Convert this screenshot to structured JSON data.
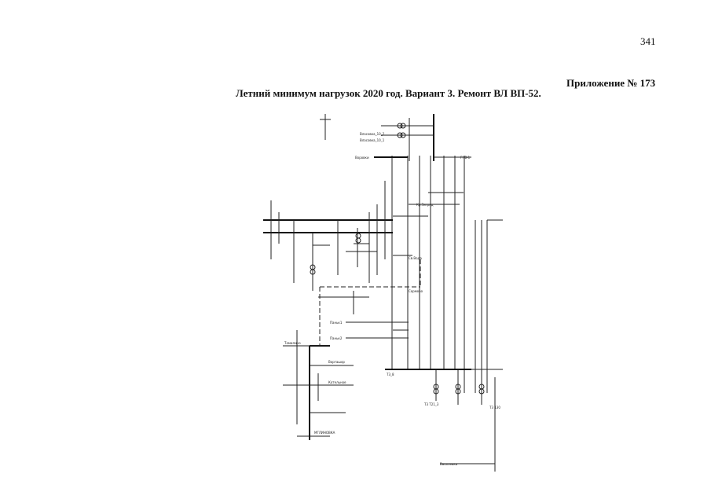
{
  "page": {
    "number": "341",
    "appendix": "Приложение № 173",
    "title": "Летний минимум нагрузок 2020 год. Вариант 3. Ремонт ВЛ ВП-52."
  },
  "scheme": {
    "labels": {
      "vlasovka_10_2": "Власовка_10_2",
      "vlasovka_10_1": "Власовка_10_1",
      "vasyavka": "Воровки",
      "ghb": "ГНВ-1",
      "pansk1": "Паньк1",
      "pansk2": "Паньк2",
      "tomilino": "Томилино",
      "vorgashor": "Воргашор",
      "mglynovka": "МГЛИНОВКА",
      "t3_8": "Т3_8",
      "t3_130": "Т3 130",
      "t3_3": "Т3 Т21_3",
      "vasilevka": "Василевка",
      "kr_zagrad": "Кр.Заград",
      "sv_voda": "Св.Вода",
      "sormovo": "Сормово",
      "kotelnoe": "Котельное"
    }
  }
}
